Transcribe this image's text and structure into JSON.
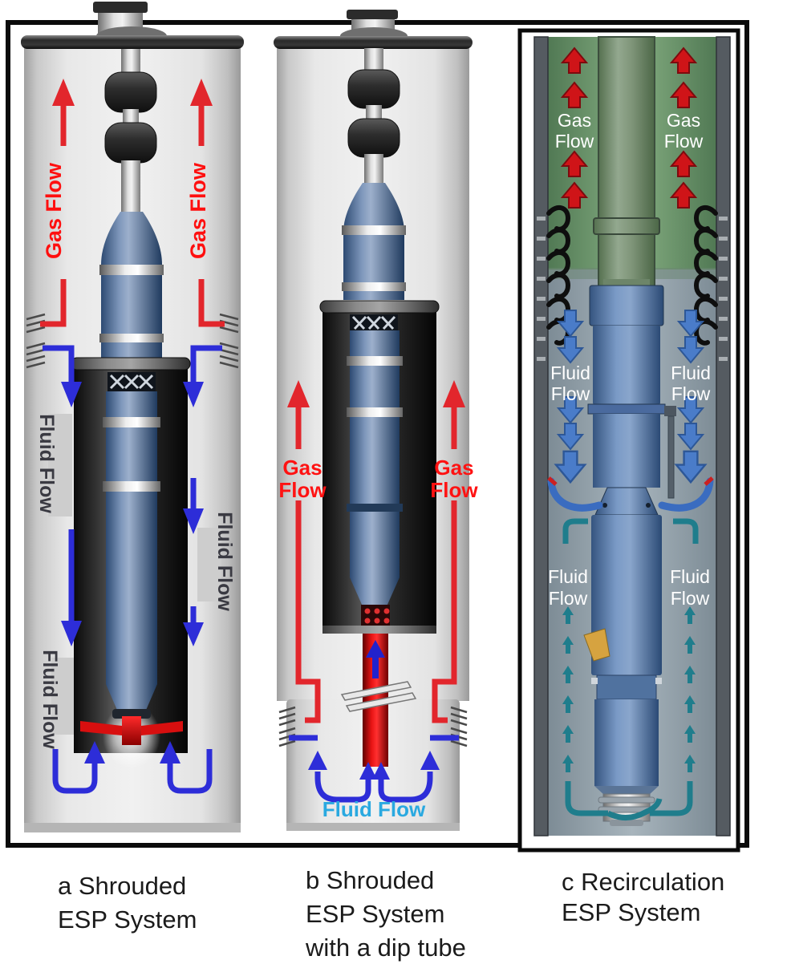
{
  "figure": {
    "type": "esp-well-schematics",
    "captions": {
      "a": [
        "a Shrouded",
        "ESP System"
      ],
      "b": [
        "b Shrouded",
        "ESP System",
        "with a dip tube"
      ],
      "c": [
        "c Recirculation",
        "ESP System"
      ]
    }
  },
  "panel_a": {
    "labels": {
      "gas_left": "Gas Flow",
      "gas_right": "Gas Flow",
      "fluid_left_upper": "Fluid Flow",
      "fluid_left_lower": "Fluid Flow",
      "fluid_right": "Fluid Flow"
    }
  },
  "panel_b": {
    "labels": {
      "gas_left": [
        "Gas",
        "Flow"
      ],
      "gas_right": [
        "Gas",
        "Flow"
      ],
      "fluid_bottom": "Fluid Flow"
    }
  },
  "panel_c": {
    "labels": {
      "gas_left": [
        "Gas",
        "Flow"
      ],
      "gas_right": [
        "Gas",
        "Flow"
      ],
      "fluid_upper_left": [
        "Fluid",
        "Flow"
      ],
      "fluid_upper_right": [
        "Fluid",
        "Flow"
      ],
      "fluid_lower_left": [
        "Fluid",
        "Flow"
      ],
      "fluid_lower_right": [
        "Fluid",
        "Flow"
      ]
    }
  },
  "colors": {
    "gas_red": "#e2262c",
    "gas_text_red": "#ff0f0f",
    "fluid_blue": "#2d2dd8",
    "fluid_blue_panel_c": "#4a7cc9",
    "recirculation_teal": "#1f7d8c",
    "fluid_flow_cyan": "#2aa9e0",
    "gas_zone_green": "#6f9d72",
    "caption_text": "#1b1b1b"
  }
}
